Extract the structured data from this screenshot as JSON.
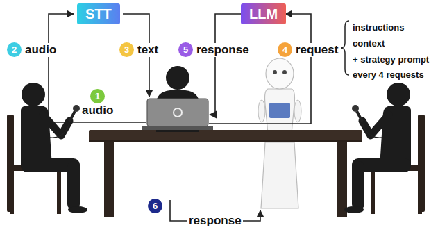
{
  "diagram": {
    "nodes": [
      {
        "text": [
          "STT"
        ]
      },
      {
        "text": [
          "LLM"
        ]
      },
      {
        "text": [
          "2",
          "audio"
        ]
      },
      {
        "text": [
          "3",
          "text"
        ]
      },
      {
        "text": [
          "5",
          "response"
        ]
      },
      {
        "text": [
          "4",
          "request"
        ]
      },
      {
        "text": [
          "1",
          "audio"
        ]
      },
      {
        "text": [
          "6",
          "response"
        ]
      }
    ],
    "labels": [
      "instructions",
      "context",
      "+ strategy prompt",
      "every 4 requests"
    ]
  }
}
